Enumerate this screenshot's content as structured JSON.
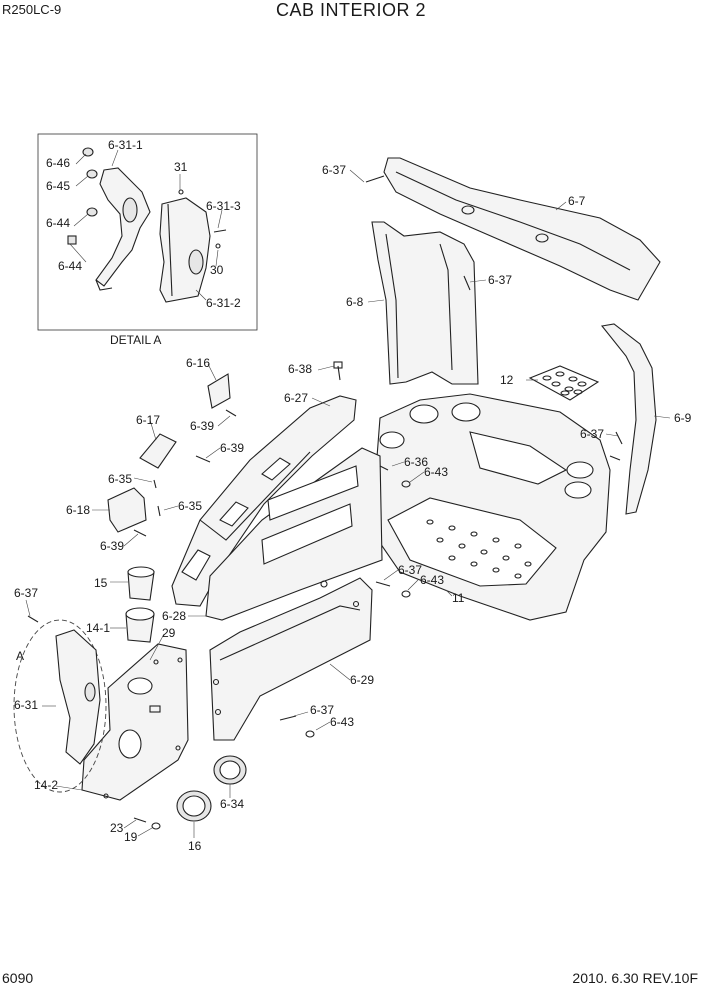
{
  "header": {
    "model": "R250LC-9",
    "title": "CAB INTERIOR 2"
  },
  "footer": {
    "page_number": "6090",
    "revision": "2010. 6.30  REV.10F"
  },
  "detail": {
    "caption": "DETAIL A",
    "marker": "A"
  },
  "callouts": {
    "c6_46": "6-46",
    "c6_31_1": "6-31-1",
    "c6_45": "6-45",
    "c31": "31",
    "c6_31_3": "6-31-3",
    "c6_44a": "6-44",
    "c6_44b": "6-44",
    "c30": "30",
    "c6_31_2": "6-31-2",
    "c6_37_top": "6-37",
    "c6_7": "6-7",
    "c6_37_mid": "6-37",
    "c6_8": "6-8",
    "c6_16": "6-16",
    "c6_38": "6-38",
    "c6_27": "6-27",
    "c12": "12",
    "c6_39a": "6-39",
    "c6_17": "6-17",
    "c6_39b": "6-39",
    "c6_37_right": "6-37",
    "c6_9": "6-9",
    "c6_36": "6-36",
    "c6_43a": "6-43",
    "c6_35a": "6-35",
    "c6_18": "6-18",
    "c6_35b": "6-35",
    "c6_39c": "6-39",
    "c15": "15",
    "c6_37_floor": "6-37",
    "c6_43b": "6-43",
    "c11": "11",
    "c6_37_left": "6-37",
    "c6_28": "6-28",
    "c14_1": "14-1",
    "c29": "29",
    "c6_29": "6-29",
    "c6_31": "6-31",
    "c6_37_low": "6-37",
    "c6_43c": "6-43",
    "c14_2": "14-2",
    "c6_34": "6-34",
    "c23": "23",
    "c19": "19",
    "c16": "16"
  }
}
